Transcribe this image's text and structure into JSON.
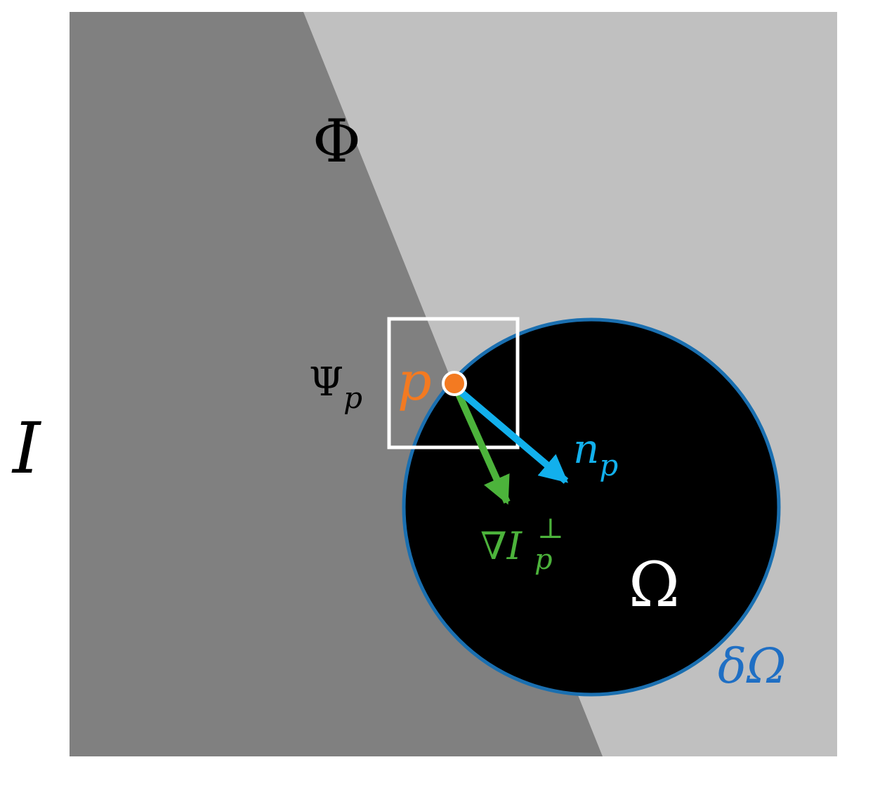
{
  "labels": {
    "image": "I",
    "source_region": "Φ",
    "target_region": "Ω",
    "boundary": "δΩ",
    "patch_symbol": "Ψ",
    "patch_sub": "p",
    "point": "p",
    "normal_symbol": "n",
    "normal_sub": "p",
    "isophote_symbol": "∇I",
    "isophote_sub": "p",
    "isophote_sup": "⊥"
  },
  "colors": {
    "dark_region": "#808080",
    "light_region": "#c0c0c0",
    "hole": "#000000",
    "boundary": "#1a6fb0",
    "boundary_label": "#1f6fc4",
    "patch_outline": "#ffffff",
    "point": "#f37a21",
    "normal": "#12b0ec",
    "isophote": "#4cb33b",
    "text": "#000000",
    "hole_text": "#ffffff"
  }
}
